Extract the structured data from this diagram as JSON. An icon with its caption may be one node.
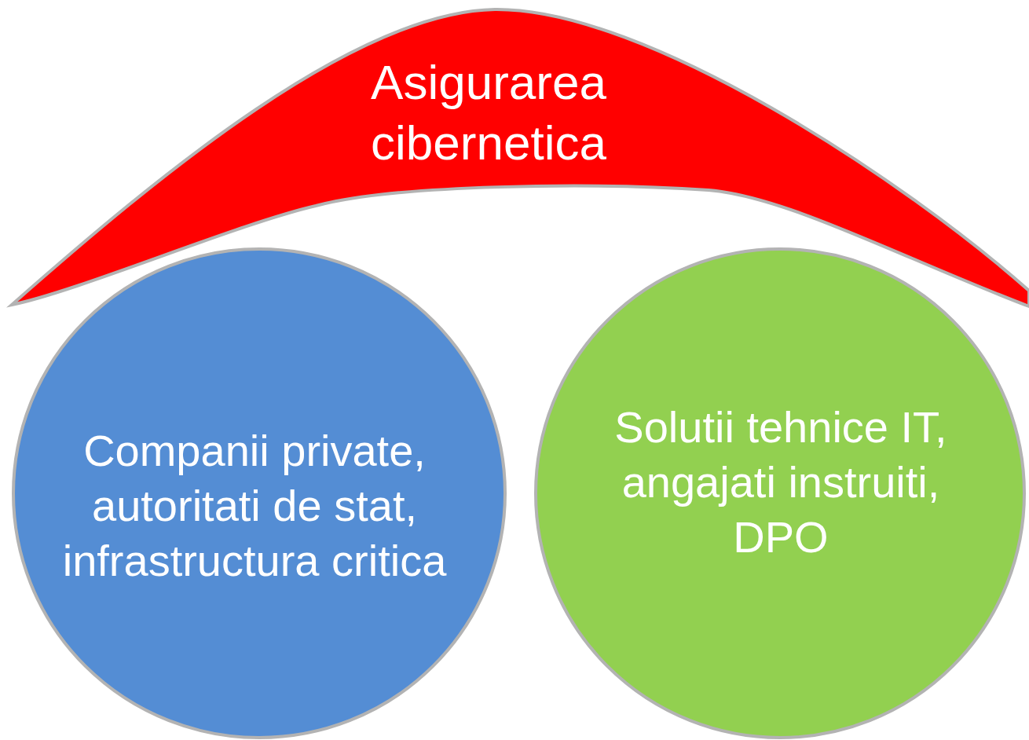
{
  "diagram": {
    "nodes": [
      {
        "text": [
          "Asigurarea cibernetica"
        ]
      },
      {
        "text": [
          "Companii private, autoritati de stat, infrastructura critica"
        ]
      },
      {
        "text": [
          "Solutii tehnice IT, angajati instruiti, DPO"
        ]
      }
    ]
  }
}
